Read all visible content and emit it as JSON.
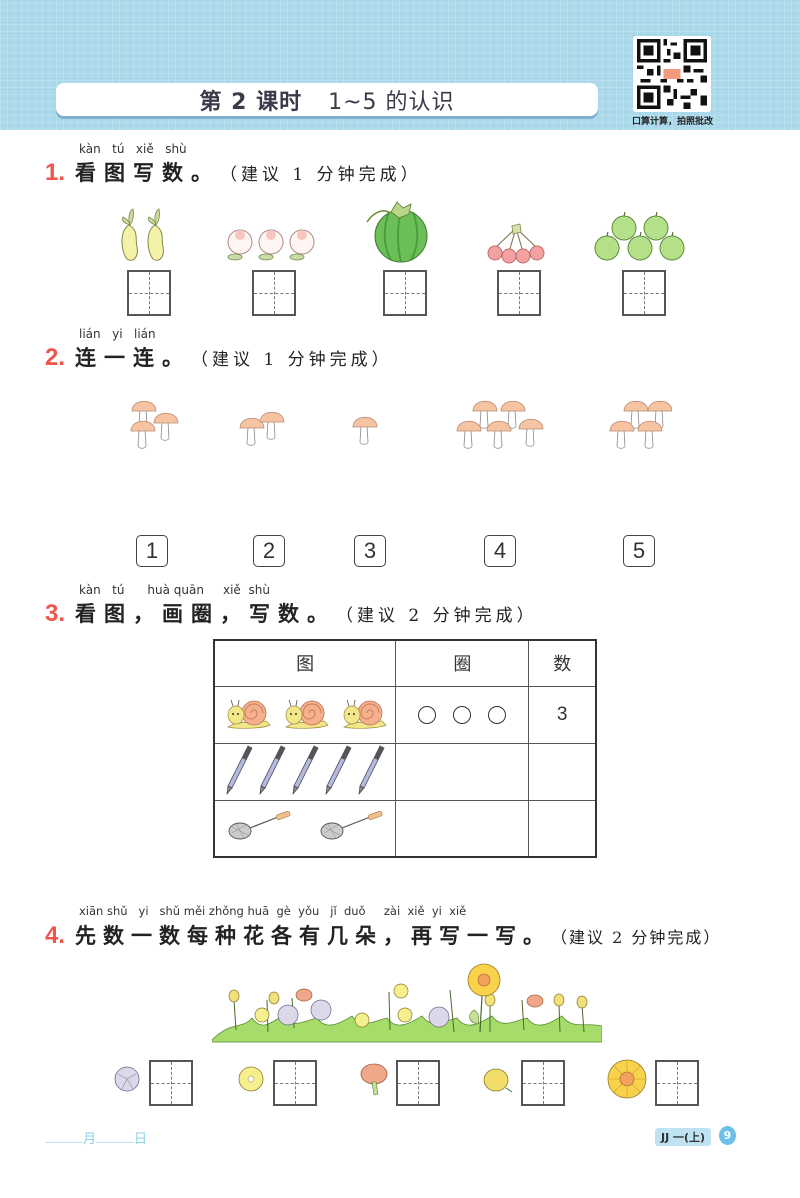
{
  "header": {
    "lesson": "第 2 课时",
    "topic": "1~5 的认识",
    "qr_caption": "口算计算，拍照批改",
    "qr_icon": "qr-code-icon"
  },
  "q1": {
    "number": "1.",
    "pinyin": [
      "kàn",
      "tú",
      "xiě",
      "shù"
    ],
    "text": "看图写数。",
    "hint": "（建议 1 分钟完成）",
    "items": [
      {
        "name": "mango",
        "count": 2,
        "icon": "mango-icon"
      },
      {
        "name": "peach",
        "count": 3,
        "icon": "peach-icon"
      },
      {
        "name": "watermelon",
        "count": 1,
        "icon": "watermelon-icon"
      },
      {
        "name": "cherry",
        "count": 4,
        "icon": "cherry-icon"
      },
      {
        "name": "apple",
        "count": 5,
        "icon": "apple-icon"
      }
    ]
  },
  "q2": {
    "number": "2.",
    "pinyin": [
      "lián",
      "yi",
      "lián"
    ],
    "text": "连一连。",
    "hint": "（建议 1 分钟完成）",
    "groups": [
      {
        "name": "mushrooms",
        "count": 3
      },
      {
        "name": "mushrooms",
        "count": 2
      },
      {
        "name": "mushrooms",
        "count": 1
      },
      {
        "name": "mushrooms",
        "count": 5
      },
      {
        "name": "mushrooms",
        "count": 4
      }
    ],
    "numbers": [
      "1",
      "2",
      "3",
      "4",
      "5"
    ]
  },
  "q3": {
    "number": "3.",
    "pinyin": [
      "kàn",
      "tú",
      "huà quān",
      "xiě",
      "shù"
    ],
    "text": "看图，画圈，写数。",
    "hint": "（建议 2 分钟完成）",
    "headers": [
      "图",
      "圈",
      "数"
    ],
    "rows": [
      {
        "item": "snail",
        "count": 3,
        "circles": 3,
        "answer": "3"
      },
      {
        "item": "pen",
        "count": 5,
        "circles": 0,
        "answer": ""
      },
      {
        "item": "badminton-racket",
        "count": 2,
        "circles": 0,
        "answer": ""
      }
    ]
  },
  "q4": {
    "number": "4.",
    "pinyin": [
      "xiān",
      "shǔ",
      "yi",
      "shǔ",
      "měi",
      "zhǒng",
      "huā",
      "gè",
      "yǒu",
      "jǐ",
      "duǒ",
      "zài",
      "xiě",
      "yi",
      "xiě"
    ],
    "text": "先数一数每种花各有几朵，再写一写。",
    "hint": "（建议 2 分钟完成）",
    "flowers": [
      {
        "name": "purple-flower",
        "color": "#d9d4e6"
      },
      {
        "name": "yellow-flower",
        "color": "#f6ef8e"
      },
      {
        "name": "orange-carnation",
        "color": "#f0a88a"
      },
      {
        "name": "yellow-bud",
        "color": "#f2dc6a"
      },
      {
        "name": "sunflower",
        "color": "#f7d24a"
      }
    ]
  },
  "footer": {
    "month": "月",
    "day": "日",
    "book": "JJ 一(上)",
    "page": "9"
  },
  "colors": {
    "header_bg": "#a9d8ea",
    "question_number": "#f0554a",
    "page_badge": "#6cc0e6"
  }
}
